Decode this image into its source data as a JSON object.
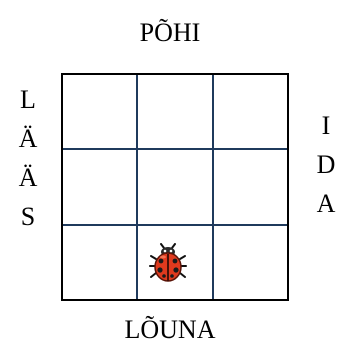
{
  "compass": {
    "north": "PÕHI",
    "south": "LÕUNA",
    "west_letters": [
      "L",
      "Ä",
      "Ä",
      "S"
    ],
    "east_letters": [
      "I",
      "D",
      "A"
    ]
  },
  "grid": {
    "rows": 3,
    "cols": 3,
    "ladybug_cell": {
      "row": 3,
      "col": 2
    }
  },
  "icons": {
    "ladybug": "ladybug-icon"
  },
  "colors": {
    "grid_line": "#1f3a5c",
    "border": "#000000",
    "ladybug_red": "#e03a1e"
  }
}
